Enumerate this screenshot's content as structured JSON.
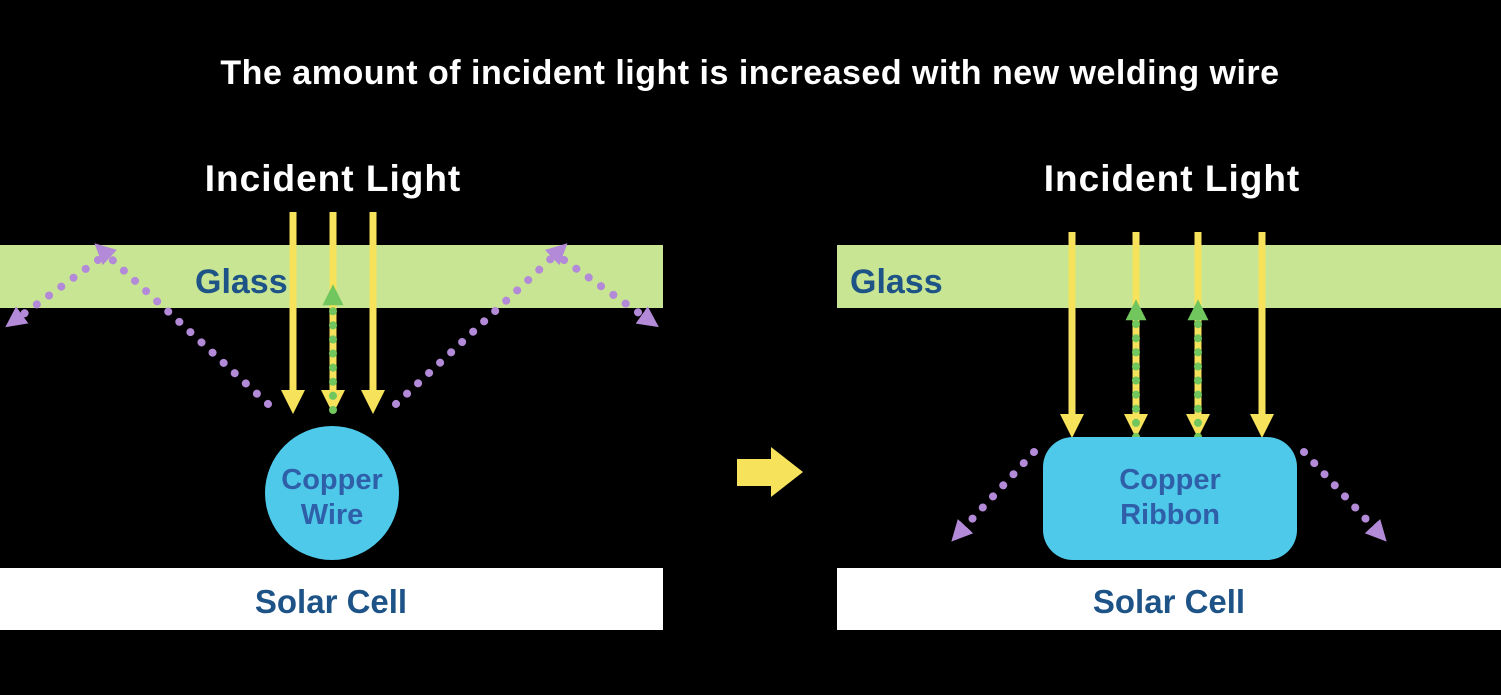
{
  "title": "The amount of incident light is increased with new welding wire",
  "colors": {
    "background": "#000000",
    "white_text": "#ffffff",
    "glass_fill": "#c8e593",
    "solar_fill": "#ffffff",
    "navy_text": "#1d5386",
    "copper_text": "#2e5fa8",
    "yellow": "#f7e25b",
    "green": "#72c65e",
    "purple": "#b38ad8",
    "cyan": "#4ec9e9"
  },
  "left_panel": {
    "incident_light_label": "Incident Light",
    "glass_label": "Glass",
    "component_label_line1": "Copper",
    "component_label_line2": "Wire",
    "solar_cell_label": "Solar Cell"
  },
  "right_panel": {
    "incident_light_label": "Incident Light",
    "glass_label": "Glass",
    "component_label_line1": "Copper",
    "component_label_line2": "Ribbon",
    "solar_cell_label": "Solar Cell"
  }
}
